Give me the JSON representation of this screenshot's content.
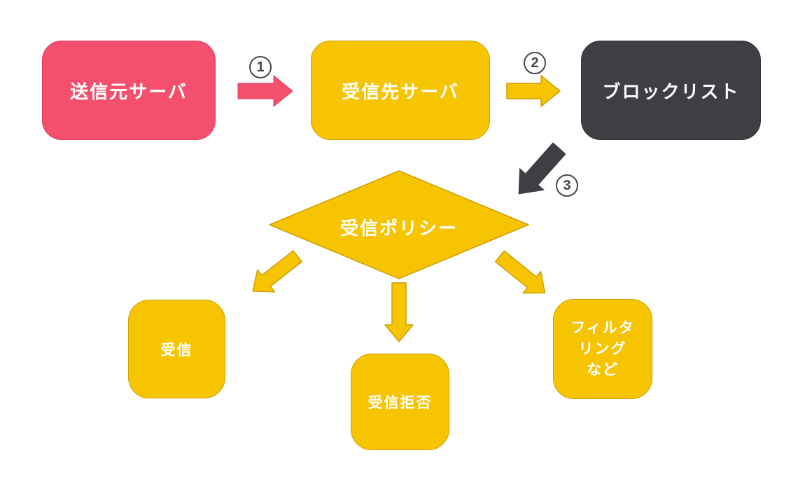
{
  "diagram": {
    "nodes": {
      "source_server": {
        "label": "送信元サーバ",
        "fill": "#f4506e"
      },
      "destination_server": {
        "label": "受信先サーバ",
        "fill": "#f7c402"
      },
      "blocklist": {
        "label": "ブロックリスト",
        "fill": "#3f3e44"
      },
      "policy": {
        "label": "受信ポリシー",
        "fill": "#f7c402",
        "shape": "diamond"
      },
      "accept": {
        "label": "受信",
        "fill": "#f7c402"
      },
      "reject": {
        "label": "受信拒否",
        "fill": "#f7c402"
      },
      "filtering": {
        "lines": [
          "フィルタ",
          "リング",
          "など"
        ],
        "fill": "#f7c402"
      }
    },
    "step_badges": {
      "step1": "1",
      "step2": "2",
      "step3": "3"
    },
    "colors": {
      "pink": "#f4506e",
      "yellow": "#f7c402",
      "yellow_border": "#cf9f03",
      "dark": "#3f3e44",
      "text": "#ffffff",
      "badge": "#46454b",
      "background": "#ffffff"
    }
  }
}
